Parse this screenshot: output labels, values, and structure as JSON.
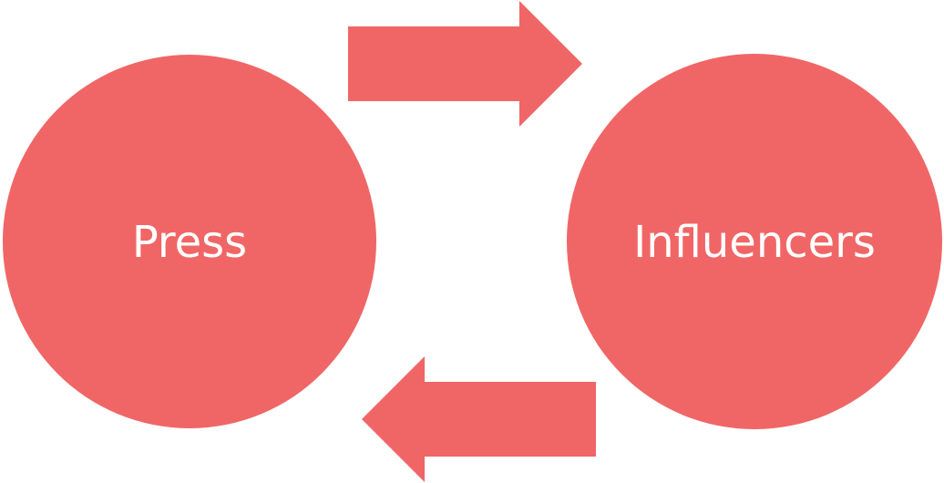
{
  "colors": {
    "shape_fill": "#F06666",
    "label_text": "#ffffff",
    "background": "#ffffff"
  },
  "nodes": {
    "left": {
      "label": "Press"
    },
    "right": {
      "label": "Influencers"
    }
  },
  "arrows": {
    "top": {
      "direction": "right"
    },
    "bottom": {
      "direction": "left"
    }
  }
}
